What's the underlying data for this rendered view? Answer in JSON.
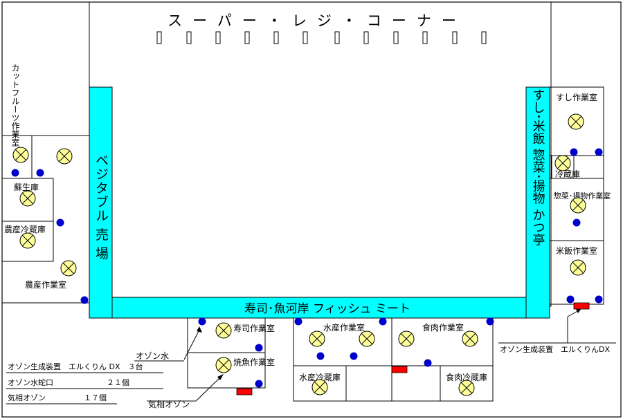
{
  "top_title": "スーパー・レジ・コーナー",
  "register_count": 12,
  "zones": {
    "vegetable": "ベジタブル 売 場",
    "fish": "寿司･魚河岸 フィッシュ ミート",
    "right": "すし･米飯 惣菜･揚物 かつ亭"
  },
  "rooms": {
    "cut_fruit": "カットフルーツ作業室",
    "soseiko": "蘇生庫",
    "nosan_reizoko": "農産冷蔵庫",
    "nosan_sagyoshitsu": "農産作業室",
    "sushi_sagyoshitsu_r": "すし作業室",
    "reizoko": "冷蔵庫",
    "sozai_agemono": "惣菜･揚物作業室",
    "beihan": "米飯作業室",
    "sushi_sagyoshitsu": "寿司作業室",
    "yakizakana": "焼魚作業室",
    "suisan_sagyoshitsu": "水産作業室",
    "suisan_reizoko": "水産冷蔵庫",
    "shokuniku_sagyoshitsu": "食肉作業室",
    "shokuniku_reizoko": "食肉冷蔵庫"
  },
  "callouts": {
    "ozone_water": "オゾン水",
    "gas_ozone": "気相オゾン",
    "generator_right": "オゾン生成装置　エルくりんDX"
  },
  "legend": [
    "オゾン生成装置　エルくりん DX　３台",
    "オゾン水蛇口　　　　　　　２１個",
    "気相オゾン　　　　　１７個"
  ],
  "colors": {
    "aisle": "#00ffff",
    "faucet": "#0000cc",
    "gas_unit": "#ffff99",
    "generator": "#ff0000",
    "line": "#000000"
  },
  "icons": {
    "faucet": "blue-dot",
    "gas_unit": "yellow-circle-x",
    "generator": "red-rectangle"
  }
}
